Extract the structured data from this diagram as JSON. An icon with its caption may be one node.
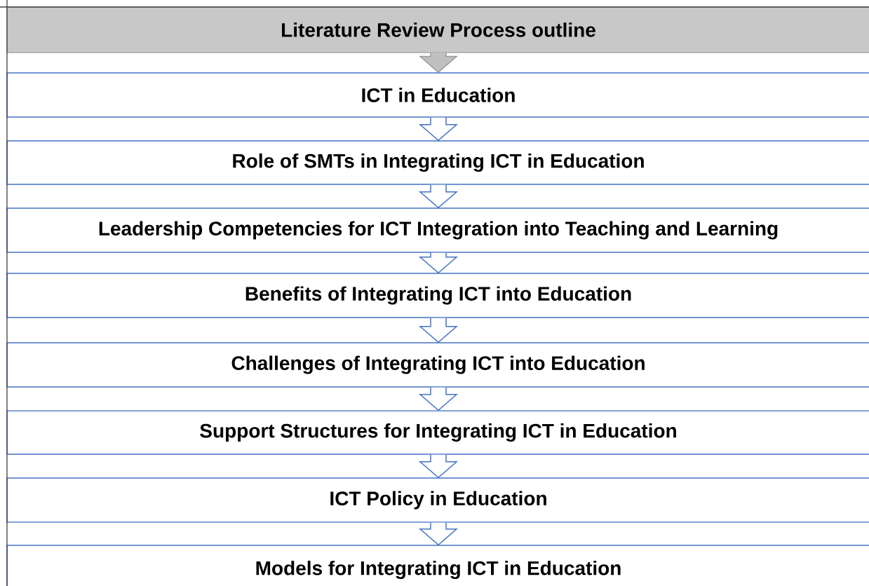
{
  "diagram": {
    "nodes": [
      {
        "text": [
          "Literature Review Process outline"
        ]
      },
      {
        "text": [
          "ICT in Education"
        ]
      },
      {
        "text": [
          "Role of SMTs in Integrating ICT in Education"
        ]
      },
      {
        "text": [
          "Leadership Competencies for ICT Integration into Teaching and Learning"
        ]
      },
      {
        "text": [
          "Benefits of Integrating ICT into Education"
        ]
      },
      {
        "text": [
          "Challenges of Integrating ICT into Education"
        ]
      },
      {
        "text": [
          "Support Structures for Integrating ICT in Education"
        ]
      },
      {
        "text": [
          "ICT Policy in Education"
        ]
      },
      {
        "text": [
          "Models for Integrating ICT in Education"
        ]
      }
    ],
    "edges": [
      {
        "from": 0,
        "to": 1,
        "arrow": "to",
        "color": "#c0c0c0"
      },
      {
        "from": 1,
        "to": 2,
        "arrow": "to"
      },
      {
        "from": 2,
        "to": 3,
        "arrow": "to"
      },
      {
        "from": 3,
        "to": 4,
        "arrow": "to"
      },
      {
        "from": 4,
        "to": 5,
        "arrow": "to"
      },
      {
        "from": 5,
        "to": 6,
        "arrow": "to"
      },
      {
        "from": 6,
        "to": 7,
        "arrow": "to"
      },
      {
        "from": 7,
        "to": 8,
        "arrow": "to"
      }
    ]
  }
}
